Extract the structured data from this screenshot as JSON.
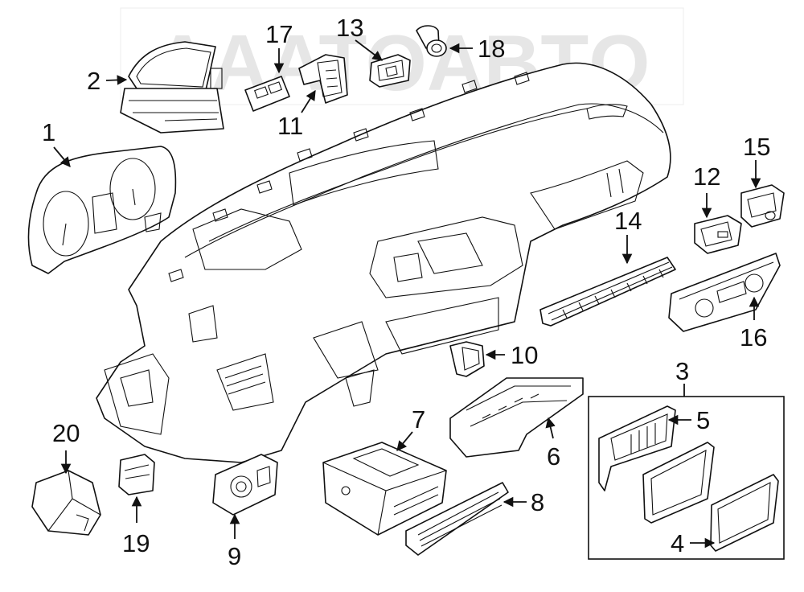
{
  "diagram": {
    "watermark": "AAATOABТO",
    "callouts": [
      {
        "id": "c1",
        "label": "1"
      },
      {
        "id": "c2",
        "label": "2"
      },
      {
        "id": "c3",
        "label": "3"
      },
      {
        "id": "c4",
        "label": "4"
      },
      {
        "id": "c5",
        "label": "5"
      },
      {
        "id": "c6",
        "label": "6"
      },
      {
        "id": "c7",
        "label": "7"
      },
      {
        "id": "c8",
        "label": "8"
      },
      {
        "id": "c9",
        "label": "9"
      },
      {
        "id": "c10",
        "label": "10"
      },
      {
        "id": "c11",
        "label": "11"
      },
      {
        "id": "c12",
        "label": "12"
      },
      {
        "id": "c13",
        "label": "13"
      },
      {
        "id": "c14",
        "label": "14"
      },
      {
        "id": "c15",
        "label": "15"
      },
      {
        "id": "c16",
        "label": "16"
      },
      {
        "id": "c17",
        "label": "17"
      },
      {
        "id": "c18",
        "label": "18"
      },
      {
        "id": "c19",
        "label": "19"
      },
      {
        "id": "c20",
        "label": "20"
      }
    ]
  }
}
